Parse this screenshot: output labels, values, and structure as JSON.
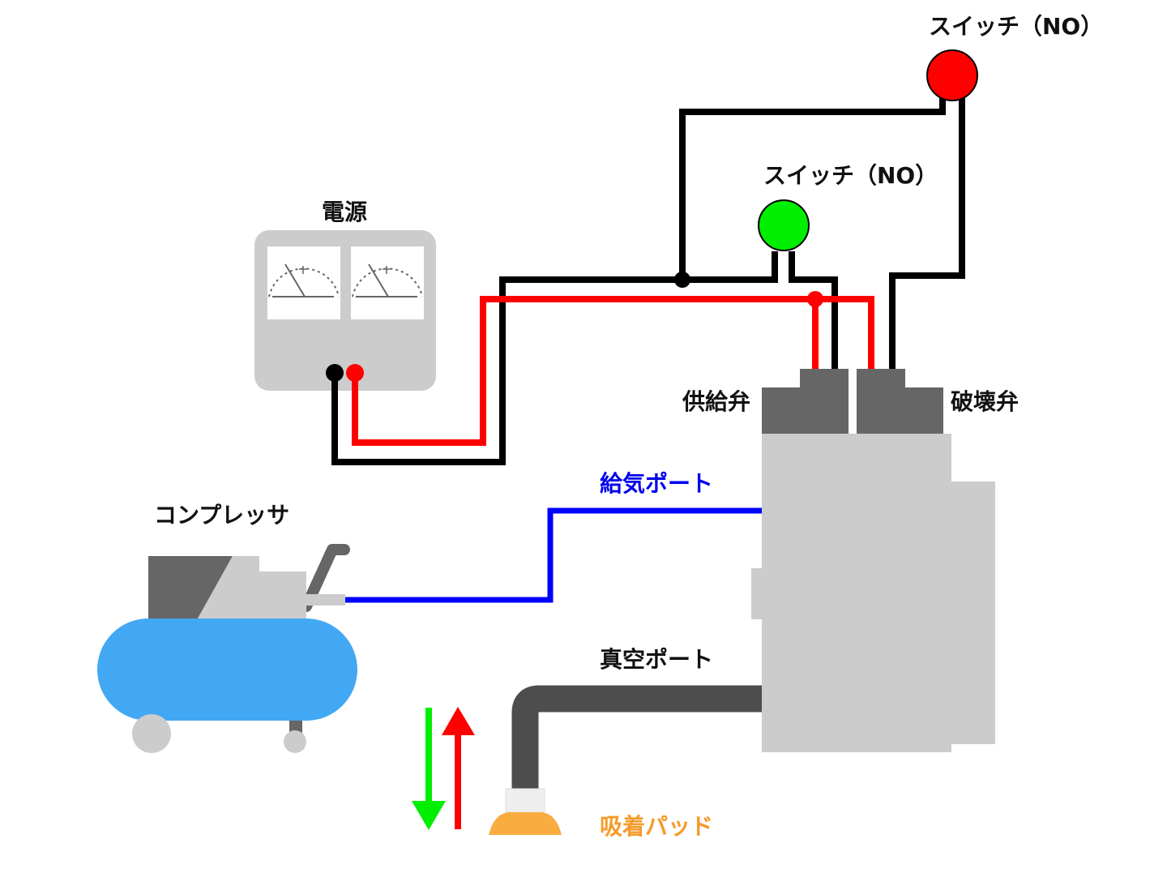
{
  "diagram": {
    "title": "Vacuum ejector pneumatic/electric wiring diagram",
    "labels": {
      "power_supply": "電源",
      "switch_top": "スイッチ（NO）",
      "switch_middle": "スイッチ（NO）",
      "supply_valve": "供給弁",
      "break_valve": "破壊弁",
      "supply_port": "給気ポート",
      "compressor": "コンプレッサ",
      "vacuum_port": "真空ポート",
      "suction_pad": "吸着パッド"
    },
    "components": [
      {
        "id": "power_supply",
        "type": "power-supply",
        "meters": 2,
        "terminals": [
          "negative-black",
          "positive-red"
        ]
      },
      {
        "id": "switch_top",
        "type": "push-switch",
        "contact": "NO",
        "color": "red",
        "controls": "break_valve"
      },
      {
        "id": "switch_middle",
        "type": "push-switch",
        "contact": "NO",
        "color": "green",
        "controls": "supply_valve"
      },
      {
        "id": "supply_valve",
        "type": "solenoid-valve"
      },
      {
        "id": "break_valve",
        "type": "solenoid-valve"
      },
      {
        "id": "ejector",
        "type": "vacuum-ejector-body"
      },
      {
        "id": "compressor",
        "type": "air-compressor"
      },
      {
        "id": "suction_pad",
        "type": "vacuum-pad"
      }
    ],
    "connections": [
      {
        "from": "power_supply.negative",
        "to": "switch_middle",
        "wire": "black"
      },
      {
        "from": "power_supply.negative",
        "to": "switch_top",
        "wire": "black",
        "junction": true
      },
      {
        "from": "switch_middle",
        "to": "supply_valve",
        "wire": "black"
      },
      {
        "from": "switch_top",
        "to": "break_valve",
        "wire": "black"
      },
      {
        "from": "power_supply.positive",
        "to": "supply_valve",
        "wire": "red",
        "junction": true
      },
      {
        "from": "power_supply.positive",
        "to": "break_valve",
        "wire": "red"
      },
      {
        "from": "compressor",
        "to": "ejector.supply_port",
        "line": "air",
        "color": "blue"
      },
      {
        "from": "ejector.vacuum_port",
        "to": "suction_pad",
        "line": "vacuum-hose"
      }
    ],
    "arrows": [
      {
        "direction": "down",
        "color": "green"
      },
      {
        "direction": "up",
        "color": "red"
      }
    ],
    "colors": {
      "wire_black": "#000000",
      "wire_red": "#ff0000",
      "air_line": "#0000ff",
      "switch_red": "#ff0000",
      "switch_green": "#00ee00",
      "valve_dark": "#666666",
      "body_gray": "#cccccc",
      "tank_blue": "#42a8f4",
      "pad_orange": "#f9ad40",
      "hose": "#4d4d4d",
      "arrow_green": "#00ee00",
      "arrow_red": "#ff0000",
      "supply_port_text": "#0000ee",
      "pad_text": "#f59a2a"
    }
  }
}
